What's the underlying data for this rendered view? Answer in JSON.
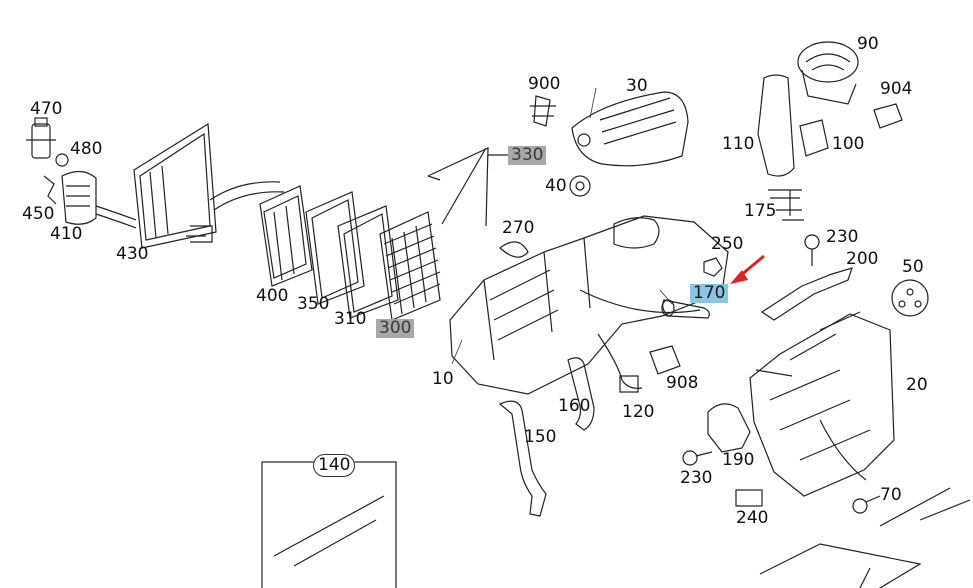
{
  "labels": {
    "p470": "470",
    "p480": "480",
    "p450": "450",
    "p410": "410",
    "p430": "430",
    "p400": "400",
    "p350": "350",
    "p310": "310",
    "p300": "300",
    "p330": "330",
    "p900": "900",
    "p30": "30",
    "p40": "40",
    "p270": "270",
    "p10": "10",
    "p150": "150",
    "p160": "160",
    "p120": "120",
    "p908": "908",
    "p170": "170",
    "p250": "250",
    "p230a": "230",
    "p200": "200",
    "p50": "50",
    "p20": "20",
    "p190": "190",
    "p230b": "230",
    "p240": "240",
    "p70": "70",
    "p90": "90",
    "p904": "904",
    "p110": "110",
    "p100": "100",
    "p175": "175",
    "p140": "140"
  },
  "highlight": {
    "selected": "170",
    "selected_color": "#8cc4e4",
    "grey_color": "#a8a8a8",
    "arrow_color": "#e02020",
    "grey_labels": [
      "300",
      "330"
    ]
  }
}
